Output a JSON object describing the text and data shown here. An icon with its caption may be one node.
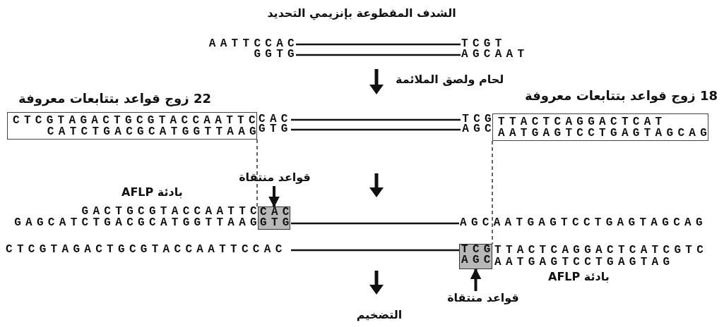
{
  "diagram": {
    "title": "الشدف المقطوعة بإنزيمي التحديد",
    "nodes": [
      {
        "text": [
          "CTCGTAGACTGCGTACCAATTC",
          "CATCTGACGCATGGTTAAG"
        ],
        "beside": [
          "22 زوج قواعد بتتابعات معروفة"
        ]
      },
      {
        "text": [
          "TTACTCAGGACTCAT",
          "AATGAGTCCTGAGTAGCAG"
        ],
        "beside": [
          "18 زوج قواعد بتتابعات معروفة"
        ]
      },
      {
        "text": [
          "CAC",
          "GTG"
        ]
      },
      {
        "text": [
          "قواعد منتقاة"
        ]
      },
      {
        "text": [
          "TCG",
          "AGC"
        ]
      },
      {
        "text": [
          "قواعد منتقاة"
        ]
      }
    ],
    "edges": [
      {
        "from": 3,
        "to": 2,
        "arrow": "to",
        "style": "thick"
      },
      {
        "from": 5,
        "to": 4,
        "arrow": "to",
        "style": "thick"
      },
      {
        "from": 0,
        "to": 2,
        "arrow": "none",
        "style": "dashed"
      },
      {
        "from": 1,
        "to": 4,
        "arrow": "none",
        "style": "dashed"
      }
    ],
    "labels": [
      "AATTCCAC",
      "TCGT",
      "GGTG",
      "AGCAAT",
      "لحام ولصق الملائمة",
      "CAC",
      "GTG",
      "TCG",
      "AGC",
      "بادئة AFLP",
      "GACTGCGTACCAATTC",
      "GAGCATCTGACGCATGGTTAAG",
      "AGCAATGAGTCCTGAGTAGCAG",
      "CTCGTAGACTGCGTACCAATTCCAC",
      "TTACTCAGGACTCATCGTC",
      "AATGAGTCCTGAGTAG",
      "بادئة AFLP",
      "التضخيم"
    ]
  }
}
